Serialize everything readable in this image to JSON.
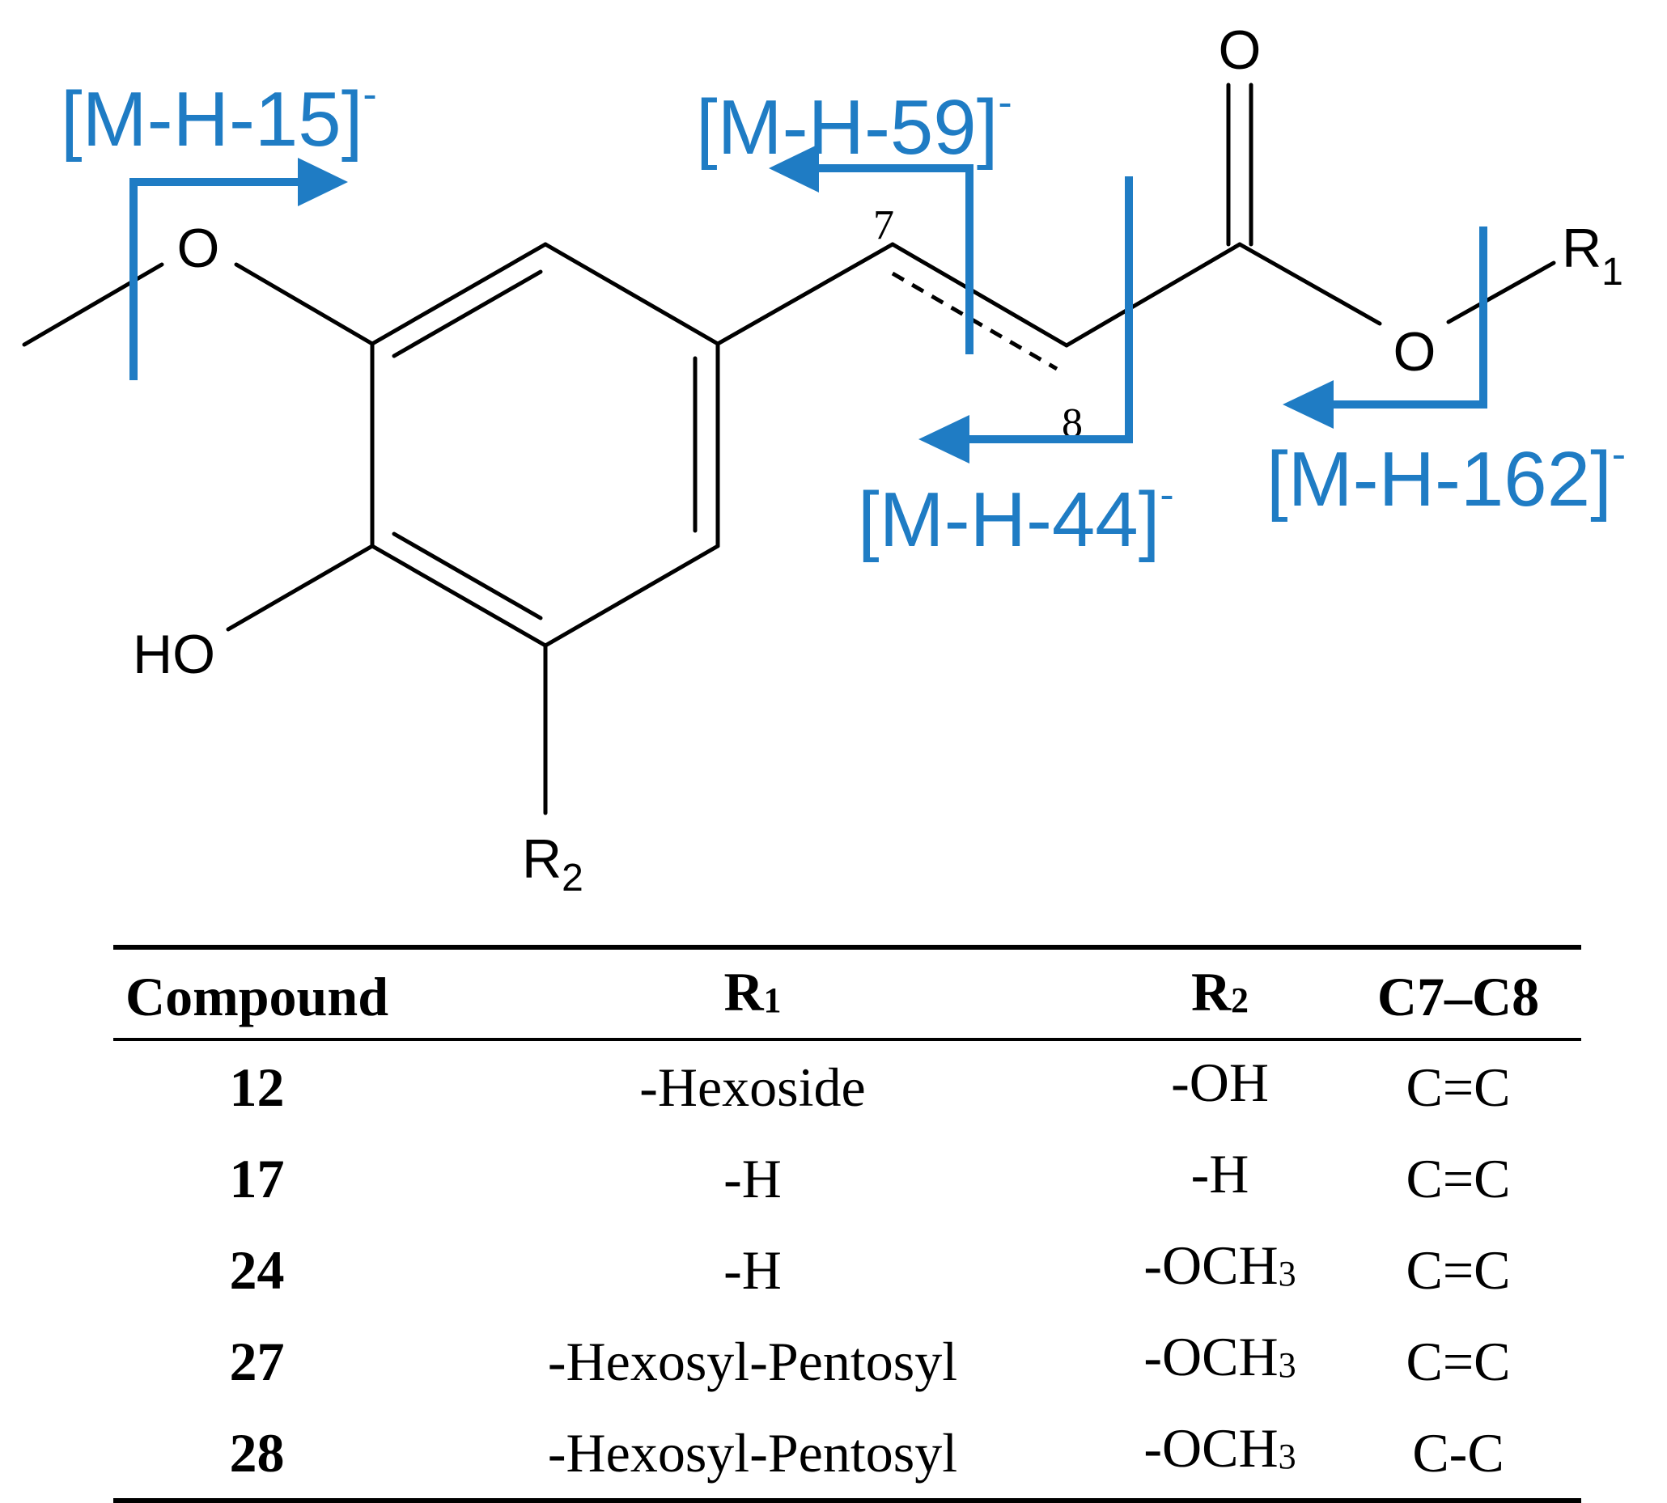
{
  "structure": {
    "atoms": {
      "O_methoxy": "O",
      "HO": "HO",
      "O_carbonyl": "O",
      "O_ester": "O",
      "R1": "R",
      "R1_sub": "1",
      "R2": "R",
      "R2_sub": "2"
    },
    "positions": {
      "c7": "7",
      "c8": "8"
    },
    "accent_color": "#1f7cc4"
  },
  "fragments": [
    {
      "label": "[M-H-15]",
      "charge": "-"
    },
    {
      "label": "[M-H-59]",
      "charge": "-"
    },
    {
      "label": "[M-H-44]",
      "charge": "-"
    },
    {
      "label": "[M-H-162]",
      "charge": "-"
    }
  ],
  "table": {
    "headers": {
      "compound": "Compound",
      "r1": "R",
      "r1_sub": "1",
      "r2": "R",
      "r2_sub": "2",
      "c7c8": "C7–C8"
    },
    "rows": [
      {
        "compound": "12",
        "r1": "-Hexoside",
        "r2": "-OH",
        "r2_sub": "",
        "c7c8": "C=C"
      },
      {
        "compound": "17",
        "r1": "-H",
        "r2": "-H",
        "r2_sub": "",
        "c7c8": "C=C"
      },
      {
        "compound": "24",
        "r1": "-H",
        "r2": "-OCH",
        "r2_sub": "3",
        "c7c8": "C=C"
      },
      {
        "compound": "27",
        "r1": "-Hexosyl-Pentosyl",
        "r2": "-OCH",
        "r2_sub": "3",
        "c7c8": "C=C"
      },
      {
        "compound": "28",
        "r1": "-Hexosyl-Pentosyl",
        "r2": "-OCH",
        "r2_sub": "3",
        "c7c8": "C-C"
      }
    ]
  }
}
